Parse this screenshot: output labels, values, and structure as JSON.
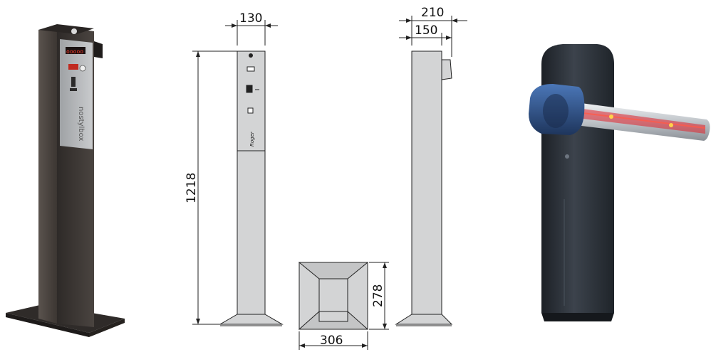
{
  "colors": {
    "kiosk_body": "#3b3633",
    "kiosk_panel": "#b6b8ba",
    "drawing_fill": "#d3d4d5",
    "barrier_body": "#2f353d",
    "barrier_arm": "#c9ced3",
    "barrier_light": "#e0222b",
    "barrier_cap": "#2c4f84"
  },
  "kiosk_photo": {
    "brand": "nostylbox",
    "display": "ooooo"
  },
  "drawing": {
    "dim_front_width": "130",
    "dim_side_width_total": "210",
    "dim_side_width_body": "150",
    "dim_height": "1218",
    "dim_base_width": "306",
    "dim_base_depth": "278",
    "front_logo": "Roger"
  }
}
